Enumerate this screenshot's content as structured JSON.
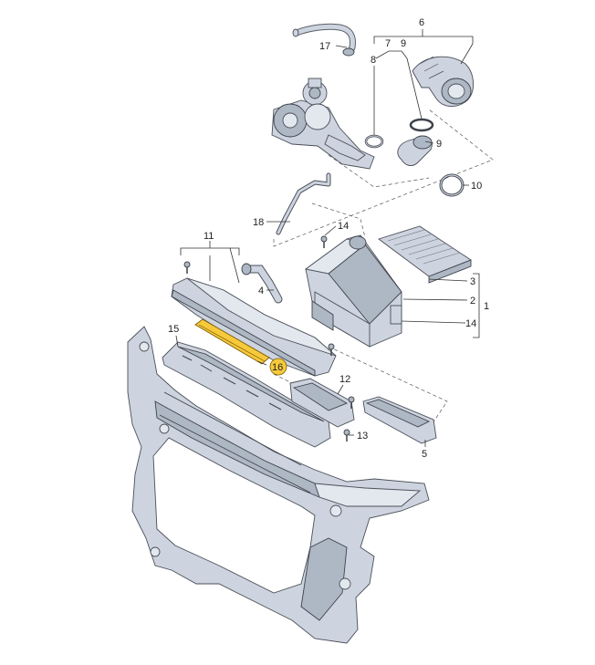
{
  "callouts": {
    "c1": "1",
    "c2": "2",
    "c3": "3",
    "c4": "4",
    "c5": "5",
    "c6": "6",
    "c7": "7",
    "c8": "8",
    "c9a": "9",
    "c9b": "9",
    "c10": "10",
    "c11": "11",
    "c12": "12",
    "c13": "13",
    "c14a": "14",
    "c14b": "14",
    "c15": "15",
    "c16": "16",
    "c17": "17",
    "c18": "18"
  },
  "colors": {
    "highlight": "#f6c93c",
    "part_fill": "#cdd4df",
    "outline": "#4a4f58"
  },
  "highlighted_part": "16"
}
